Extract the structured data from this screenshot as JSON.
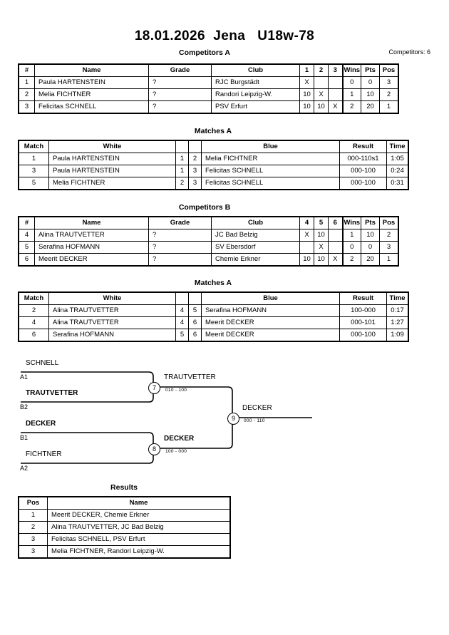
{
  "header": {
    "title": "18.01.2026  Jena   U18w-78",
    "competitors_label": "Competitors: 6"
  },
  "sections": {
    "competitors_a": "Competitors A",
    "matches_a1": "Matches A",
    "competitors_b": "Competitors B",
    "matches_a2": "Matches A",
    "results": "Results"
  },
  "competitors_table": {
    "headers": {
      "num": "#",
      "name": "Name",
      "grade": "Grade",
      "club": "Club",
      "wins": "Wins",
      "pts": "Pts",
      "pos": "Pos"
    }
  },
  "pool_a": {
    "opponent_headers": [
      "1",
      "2",
      "3"
    ],
    "rows": [
      {
        "num": "1",
        "name": "Paula HARTENSTEIN",
        "grade": "?",
        "club": "RJC Burgstädt",
        "marks": [
          "X",
          "",
          ""
        ],
        "wins": "0",
        "pts": "0",
        "pos": "3"
      },
      {
        "num": "2",
        "name": "Melia FICHTNER",
        "grade": "?",
        "club": "Randori Leipzig-W.",
        "marks": [
          "10",
          "X",
          ""
        ],
        "wins": "1",
        "pts": "10",
        "pos": "2"
      },
      {
        "num": "3",
        "name": "Felicitas SCHNELL",
        "grade": "?",
        "club": "PSV Erfurt",
        "marks": [
          "10",
          "10",
          "X"
        ],
        "wins": "2",
        "pts": "20",
        "pos": "1"
      }
    ]
  },
  "pool_b": {
    "opponent_headers": [
      "4",
      "5",
      "6"
    ],
    "rows": [
      {
        "num": "4",
        "name": "Alina TRAUTVETTER",
        "grade": "?",
        "club": "JC Bad Belzig",
        "marks": [
          "X",
          "10",
          ""
        ],
        "wins": "1",
        "pts": "10",
        "pos": "2"
      },
      {
        "num": "5",
        "name": "Serafina HOFMANN",
        "grade": "?",
        "club": "SV Ebersdorf",
        "marks": [
          "",
          "X",
          ""
        ],
        "wins": "0",
        "pts": "0",
        "pos": "3"
      },
      {
        "num": "6",
        "name": "Meerit DECKER",
        "grade": "?",
        "club": "Chemie Erkner",
        "marks": [
          "10",
          "10",
          "X"
        ],
        "wins": "2",
        "pts": "20",
        "pos": "1"
      }
    ]
  },
  "matches_table": {
    "headers": {
      "match": "Match",
      "white": "White",
      "blue": "Blue",
      "result": "Result",
      "time": "Time"
    }
  },
  "matches_a": {
    "rows": [
      {
        "match": "1",
        "white": "Paula HARTENSTEIN",
        "white_num": "1",
        "blue_num": "2",
        "blue": "Melia FICHTNER",
        "result": "000-110s1",
        "time": "1:05",
        "winner": "blue"
      },
      {
        "match": "3",
        "white": "Paula HARTENSTEIN",
        "white_num": "1",
        "blue_num": "3",
        "blue": "Felicitas SCHNELL",
        "result": "000-100",
        "time": "0:24",
        "winner": "blue"
      },
      {
        "match": "5",
        "white": "Melia FICHTNER",
        "white_num": "2",
        "blue_num": "3",
        "blue": "Felicitas SCHNELL",
        "result": "000-100",
        "time": "0:31",
        "winner": "blue"
      }
    ]
  },
  "matches_b": {
    "rows": [
      {
        "match": "2",
        "white": "Alina TRAUTVETTER",
        "white_num": "4",
        "blue_num": "5",
        "blue": "Serafina HOFMANN",
        "result": "100-000",
        "time": "0:17",
        "winner": "white"
      },
      {
        "match": "4",
        "white": "Alina TRAUTVETTER",
        "white_num": "4",
        "blue_num": "6",
        "blue": "Meerit DECKER",
        "result": "000-101",
        "time": "1:27",
        "winner": "blue"
      },
      {
        "match": "6",
        "white": "Serafina HOFMANN",
        "white_num": "5",
        "blue_num": "6",
        "blue": "Meerit DECKER",
        "result": "000-100",
        "time": "1:09",
        "winner": "blue"
      }
    ]
  },
  "bracket": {
    "entries": [
      {
        "name": "SCHNELL",
        "seed": "A1",
        "winner": false
      },
      {
        "name": "TRAUTVETTER",
        "seed": "B2",
        "winner": true
      },
      {
        "name": "DECKER",
        "seed": "B1",
        "winner": true
      },
      {
        "name": "FICHTNER",
        "seed": "A2",
        "winner": false
      }
    ],
    "semifinals": [
      {
        "match": "7",
        "name": "TRAUTVETTER",
        "score": "010 - 100",
        "winner": true
      },
      {
        "match": "8",
        "name": "DECKER",
        "score": "100 - 000",
        "winner": true
      }
    ],
    "final": {
      "match": "9",
      "name": "DECKER",
      "score": "000 - 110",
      "winner": true
    }
  },
  "results_table": {
    "headers": {
      "pos": "Pos",
      "name": "Name"
    },
    "rows": [
      {
        "pos": "1",
        "name": "Meerit DECKER, Chemie Erkner"
      },
      {
        "pos": "2",
        "name": "Alina TRAUTVETTER, JC Bad Belzig"
      },
      {
        "pos": "3",
        "name": "Felicitas SCHNELL, PSV Erfurt"
      },
      {
        "pos": "3",
        "name": "Melia FICHTNER, Randori Leipzig-W."
      }
    ]
  }
}
